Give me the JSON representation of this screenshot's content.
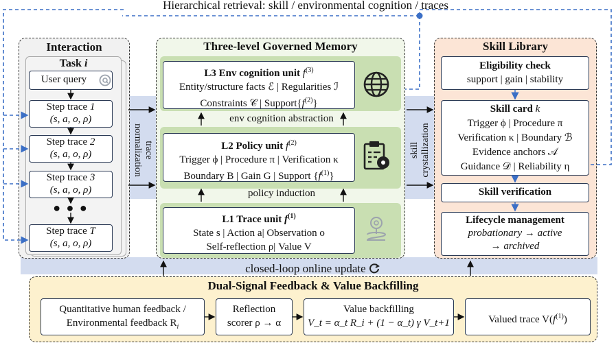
{
  "top_label": "Hierarchical retrieval: skill / environmental cognition / traces",
  "interaction": {
    "title": "Interaction",
    "task_label": "Task",
    "task_var": "i",
    "user_query": "User query",
    "steps": [
      {
        "label": "Step trace ",
        "num": "1",
        "tuple": "(s, a, o, ρ)"
      },
      {
        "label": "Step trace ",
        "num": "2",
        "tuple": "(s, a, o, ρ)"
      },
      {
        "label": "Step trace ",
        "num": "3",
        "tuple": "(s, a, o, ρ)"
      },
      {
        "label": "Step trace ",
        "num": "T",
        "tuple": "(s, a, o, ρ)"
      }
    ],
    "ellipsis": "● ● ●"
  },
  "trace_normalization": [
    "trace",
    "normalization"
  ],
  "memory": {
    "title": "Three-level Governed Memory",
    "l3": {
      "title": "L3 Env cognition unit ",
      "title_sym": "f",
      "title_sup": "(3)",
      "line1": "Entity/structure facts ℰ | Regularities ℐ",
      "line2": "Constraints 𝒞 | Support{",
      "line2_sym": "f",
      "line2_sup": "(2)",
      "line2_end": "}"
    },
    "abs_label": "env cognition abstraction",
    "l2": {
      "title": "L2 Policy unit ",
      "title_sym": "f",
      "title_sup": "(2)",
      "line1": "Trigger ϕ | Procedure π | Verification κ",
      "line2": "Boundary B | Gain G | Support {",
      "line2_sym": "f",
      "line2_sup": "(1)",
      "line2_end": "}"
    },
    "induction_label": "policy induction",
    "l1": {
      "title": "L1 Trace unit ",
      "title_sym": "f",
      "title_sup": "(1)",
      "line1": "State s | Action a| Observation o",
      "line2": "Self-reflection ρ| Value V"
    }
  },
  "skill_crystallization": [
    "skill",
    "crystallization"
  ],
  "skill_library": {
    "title": "Skill Library",
    "eligibility": {
      "title": "Eligibility check",
      "line": "support  | gain | stability"
    },
    "card": {
      "title": "Skill card ",
      "title_var": "k",
      "lines": [
        "Trigger ϕ | Procedure π",
        "Verification κ | Boundary ℬ",
        "Evidence anchors 𝒜",
        "Guidance 𝒟 | Reliability η"
      ]
    },
    "verification": "Skill verification",
    "lifecycle": {
      "title": "Lifecycle management",
      "line1": "probationary → active",
      "line2": "→ archived"
    }
  },
  "closed_loop": "closed-loop online update",
  "feedback": {
    "title": "Dual-Signal Feedback & Value Backfilling",
    "box1": {
      "line1": "Quantitative human feedback /",
      "line2": "Environmental feedback R",
      "line2_sub": "i"
    },
    "box2": {
      "line1": "Reflection",
      "line2": "scorer ρ → α"
    },
    "box3": {
      "line1": "Value backfilling",
      "line2": "V_t = α_t R_i + (1 − α_t) γ V_t+1"
    },
    "box4": {
      "line1": "Valued trace V(",
      "sym": "f",
      "sup": "(1)",
      "end": ")"
    }
  },
  "colors": {
    "interaction_bg": "#f1f1f1",
    "memory_bg": "#f1f7ea",
    "memory_band": "#c9dfb2",
    "skill_bg": "#fce5d6",
    "feedback_bg": "#fdf1ce",
    "flow_band": "#d3dcef",
    "box_border": "#2b3a55",
    "dashed_blue": "#3b6fc6",
    "arrow_blue": "#4a7bd0"
  },
  "icons": [
    "magnifier-icon",
    "globe-icon",
    "clipboard-icon",
    "location-pin-icon",
    "refresh-icon"
  ]
}
